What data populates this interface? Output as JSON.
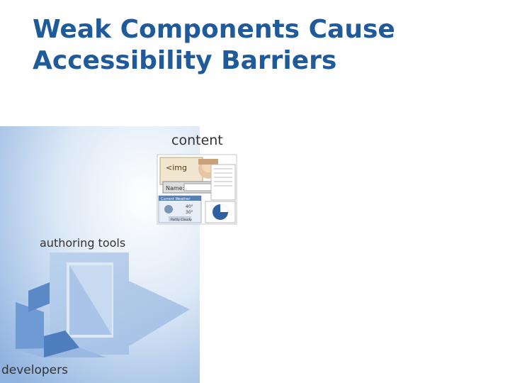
{
  "slide": {
    "title": "Weak Components Cause Accessibility Barriers"
  },
  "diagram": {
    "labels": {
      "content": "content",
      "authoring_tools": "authoring tools",
      "developers": "developers"
    },
    "content_panel": {
      "img_tag": "<img",
      "name_field_label": "Name:",
      "weather_widget_title": "Current Weather",
      "temp_high": "40°",
      "temp_low": "30°",
      "weather_footer": "Partly Cloudy"
    },
    "colors": {
      "title": "#1f5a9a",
      "diagram_blue": "#7aa3d6",
      "diagram_light": "#cfe0f3"
    }
  }
}
